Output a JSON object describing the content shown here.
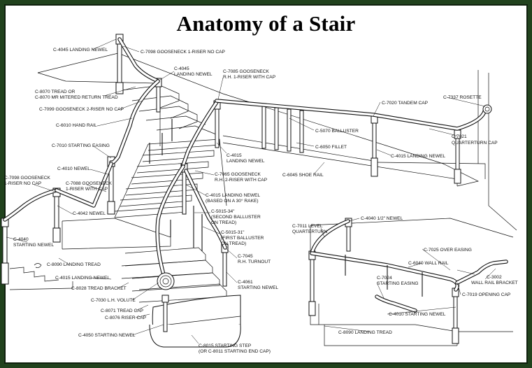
{
  "title": "Anatomy of a Stair",
  "colors": {
    "frame": "#21421d",
    "ink": "#111111",
    "paper": "#ffffff"
  },
  "labels": [
    "C-4045 LANDING NEWEL",
    "C-7098 GOOSENECK 1-RISER NO CAP",
    "C-4045",
    "LANDING NEWEL",
    "C-7085 GOOSENECK",
    "R.H. 1-RISER WITH CAP",
    "C-8070 TREAD OR",
    "C-8070 MR MITERED RETURN TREAD",
    "C-7099 GOOSENECK 2-RISER NO CAP",
    "C-6010 HAND RAIL",
    "C-7010 STARTING EASING",
    "C-4010 NEWEL",
    "C-7098 GOOSENECK",
    "1-RISER NO CAP",
    "C-7088 GOOSENECK",
    "1-RISER WITH CAP",
    "C-4042 NEWEL",
    "C-4040",
    "STARTING NEWEL",
    "C-8090 LANDING TREAD",
    "C-4015 LANDING NEWEL",
    "C-8028 TREAD BRACKET",
    "C-7030 L.H. VOLUTE",
    "C-8071 TREAD CAP",
    "C-8076 RISER CAP",
    "C-4050 STARTING NEWEL",
    "C-8015 STARTING STEP",
    "(OR C-8011 STARTING END CAP)",
    "C-4061",
    "STARTING NEWEL",
    "C-7045",
    "R.H. TURNOUT",
    "C-5015-31\"",
    "(FIRST BALLUSTER",
    "ON TREAD)",
    "C-5015-34\"",
    "(SECOND BALLUSTER",
    "ON TREAD)",
    "C-4015 LANDING NEWEL",
    "(BASED ON A 30° RAKE)",
    "C-7065 GOOSENECK",
    "R.H. 2-RISER WITH CAP",
    "C-4015",
    "LANDING NEWEL",
    "C-7020 TANDEM CAP",
    "C-5070 BALLUSTER",
    "C-6050 FILLET",
    "C-6045 SHOE RAIL",
    "C-4015 LANDING NEWEL",
    "C-7337 ROSETTE",
    "C-7021",
    "QUARTERTURN CAP",
    "C-7011 LEVEL",
    "QUARTERTURN",
    "C-4040 1/2\" NEWEL",
    "C-7025 OVER EASING",
    "C-6040 WALL RAIL",
    "C-3002",
    "WALL RAIL BRACKET",
    "C-7019 OPENING CAP",
    "C-7024",
    "STARTING EASING",
    "C-4010 STARTING NEWEL",
    "C-8090 LANDING TREAD"
  ]
}
